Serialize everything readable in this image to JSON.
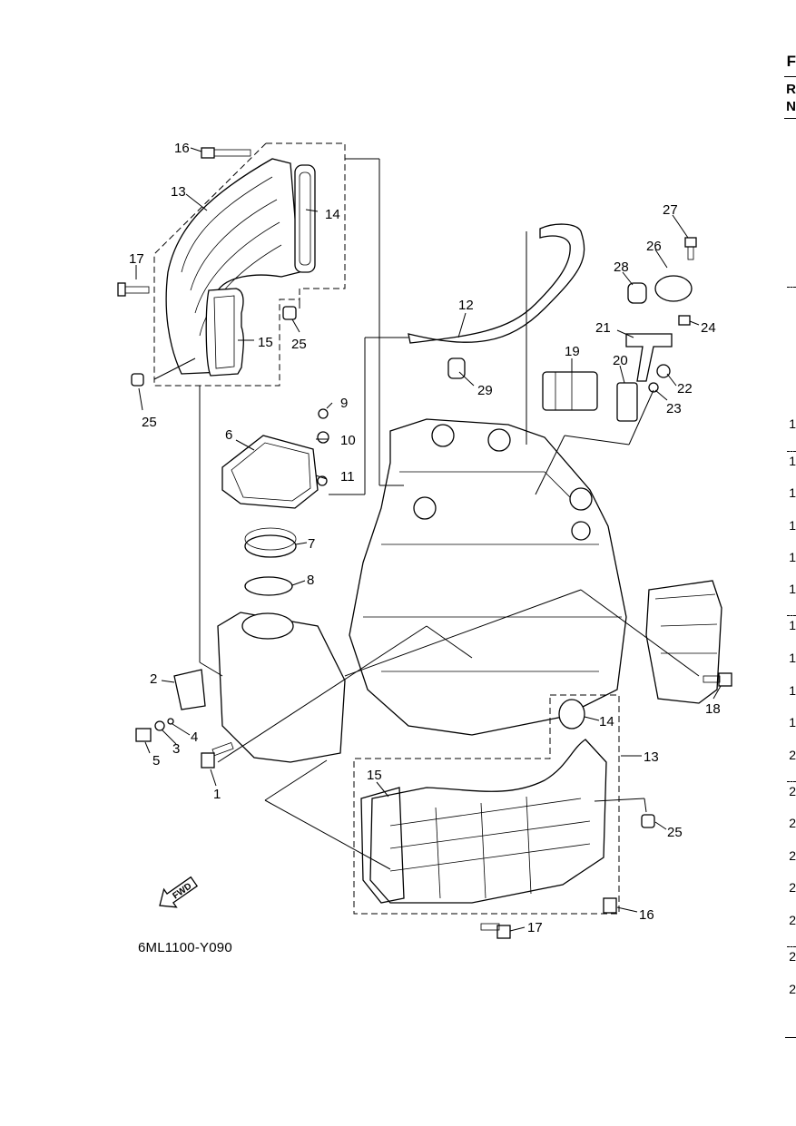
{
  "diagram_code": "6ML1100-Y090",
  "fwd_label": "FWD",
  "callouts": [
    "1",
    "2",
    "3",
    "4",
    "5",
    "6",
    "7",
    "8",
    "9",
    "10",
    "11",
    "12",
    "13",
    "14",
    "15",
    "16",
    "17",
    "18",
    "19",
    "20",
    "21",
    "22",
    "23",
    "24",
    "25",
    "26",
    "27",
    "28",
    "29"
  ],
  "upper_group_callouts": {
    "bolt_16": "16",
    "manifold_13": "13",
    "gasket_14": "14",
    "bolt_17": "17",
    "gasket_15": "15",
    "clip_25a": "25",
    "clip_25b": "25"
  },
  "lower_group_callouts": {
    "gasket_14": "14",
    "manifold_13": "13",
    "gasket_15": "15",
    "clip_25": "25",
    "bolt_16": "16",
    "bolt_17": "17"
  },
  "right_edge": {
    "header_letters": [
      "F",
      "R",
      "N"
    ],
    "row_numbers": [
      "1",
      "1",
      "1",
      "1",
      "1",
      "1",
      "1",
      "1",
      "1",
      "1",
      "2",
      "2",
      "2",
      "2",
      "2",
      "2",
      "2",
      "2"
    ]
  }
}
